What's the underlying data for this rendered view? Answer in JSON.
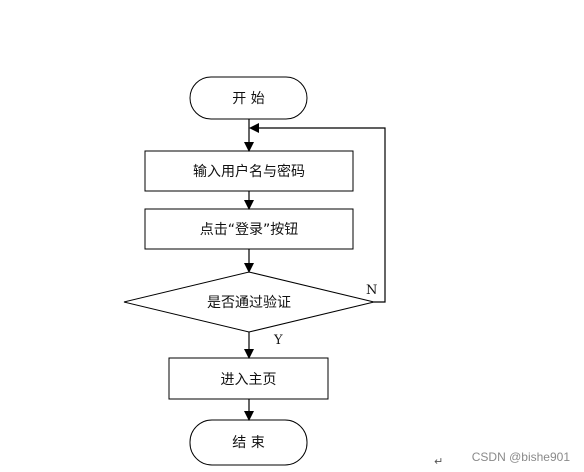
{
  "nodes": {
    "start": "开 始",
    "input": "输入用户名与密码",
    "click": "点击“登录”按钮",
    "verify": "是否通过验证",
    "home": "进入主页",
    "end": "结 束"
  },
  "edge_labels": {
    "no": "N",
    "yes": "Y"
  },
  "watermark": "CSDN @bishe901",
  "return_mark": "↵"
}
